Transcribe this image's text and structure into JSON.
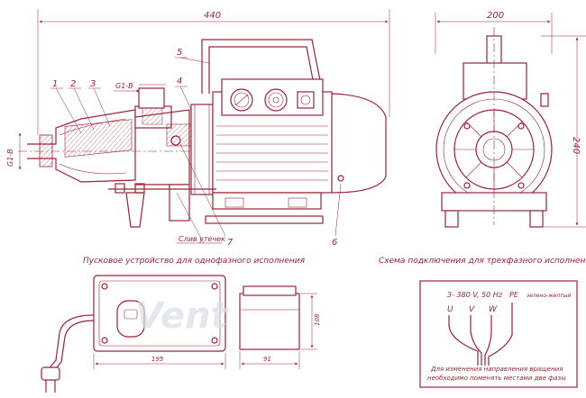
{
  "dimensions": {
    "total_length": "440",
    "width_end_view": "200",
    "height_end_view": "240",
    "inlet_thread": "G1-B",
    "outlet_thread": "G1-B",
    "box_length": "195",
    "box_depth": "91",
    "box_height": "108"
  },
  "callouts": [
    "1",
    "2",
    "3",
    "4",
    "5",
    "6",
    "7"
  ],
  "labels": {
    "leak_drain": "Слив утечек",
    "single_phase_caption": "Пусковое устройство для однофазного исполнения",
    "three_phase_caption": "Схема подключения для трехфазного исполнения"
  },
  "wiring": {
    "header": "3- 380 V, 50 Hz",
    "pe_label": "PE",
    "pe_color": "зелено-желтый",
    "phases": [
      "U",
      "V",
      "W"
    ],
    "note_line1": "Для изменения направления вращения",
    "note_line2": "необходимо поменять местами две фазы"
  },
  "watermark": "Vent",
  "colors": {
    "line": "#9b2335",
    "background": "#ffffff",
    "watermark": "#d9dde3"
  }
}
